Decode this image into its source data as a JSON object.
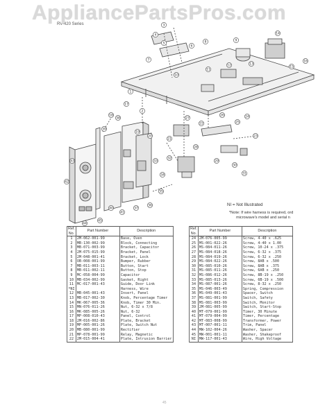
{
  "watermark": "AppliancePartsPros.com",
  "series_label": "RV-420 Series",
  "note_ni": "NI = Not Illustrated",
  "note_lines": [
    "*Note:  If wire harness is required, ord",
    "microwave's model and serial n"
  ],
  "table_headers": {
    "ref_line1": "Ref.",
    "ref_line2": "No.",
    "part": "Part Number",
    "desc": "Description"
  },
  "parts_left": [
    {
      "ref": "1",
      "part": "2M-062-001-99",
      "desc": "Base, Oven"
    },
    {
      "ref": "2",
      "part": "MB-130-002-99",
      "desc": "Block, Connecting"
    },
    {
      "ref": "3",
      "part": "MB-071-003-99",
      "desc": "Bracket, Capacitor"
    },
    {
      "ref": "4",
      "part": "2M-075-015-99",
      "desc": "Bracket, Panel"
    },
    {
      "ref": "5",
      "part": "2M-048-001-41",
      "desc": "Bracket, Lock"
    },
    {
      "ref": "6",
      "part": "OB-008-001-99",
      "desc": "Bumper, Rubber"
    },
    {
      "ref": "7",
      "part": "MB-011-003-11",
      "desc": "Button, Start"
    },
    {
      "ref": "8",
      "part": "MB-011-002-11",
      "desc": "Button, Stop"
    },
    {
      "ref": "9",
      "part": "MC-058-004-99",
      "desc": "Capacitor"
    },
    {
      "ref": "10",
      "part": "MB-034-002-99",
      "desc": "Gasket, Right"
    },
    {
      "ref": "11",
      "part": "MC-017-001-43",
      "desc": "Guide, Door Link"
    },
    {
      "ref": "*NI",
      "part": "",
      "desc": "Harness, Wire"
    },
    {
      "ref": "12",
      "part": "MB-045-001-43",
      "desc": "Insert, Panel"
    },
    {
      "ref": "13",
      "part": "MB-017-002-30",
      "desc": "Knob, Percentage Timer"
    },
    {
      "ref": "14",
      "part": "MK-067-005-36",
      "desc": "Knob, Timer 30 Min."
    },
    {
      "ref": "15",
      "part": "MN-076-011-26",
      "desc": "Nut, 6-32 x 7/8"
    },
    {
      "ref": "16",
      "part": "MK-085-005-26",
      "desc": "Nut, 6-32"
    },
    {
      "ref": "17",
      "part": "MP-008-010-43",
      "desc": "Panel, Control"
    },
    {
      "ref": "18",
      "part": "2M-016-002-86",
      "desc": "Plate, Bracket"
    },
    {
      "ref": "19",
      "part": "MP-005-001-26",
      "desc": "Plate, Switch Nut"
    },
    {
      "ref": "20",
      "part": "MB-080-001-99",
      "desc": "Rectifier"
    },
    {
      "ref": "21",
      "part": "MP-078-001-99",
      "desc": "Relay, Magnetic"
    },
    {
      "ref": "22",
      "part": "2M-015-004-41",
      "desc": "Plate, Intrusion Barrier"
    }
  ],
  "parts_right": [
    {
      "ref": "24",
      "part": "2M-076-005-99",
      "desc": "Screw, 4-40 x .625"
    },
    {
      "ref": "25",
      "part": "MS-001-022-26",
      "desc": "Screw, 4-40 x 1.00"
    },
    {
      "ref": "26",
      "part": "MS-084-011-26",
      "desc": "Screw, 10-24 x .375"
    },
    {
      "ref": "27",
      "part": "MS-084-018-26",
      "desc": "Screw, 6-32 x .375"
    },
    {
      "ref": "28",
      "part": "MS-084-019-26",
      "desc": "Screw, 6-32 x .250"
    },
    {
      "ref": "29",
      "part": "MS-084-022-26",
      "desc": "Screw, 8AB x .500"
    },
    {
      "ref": "30",
      "part": "MS-085-010-26",
      "desc": "Screw, 8AB x .375"
    },
    {
      "ref": "31",
      "part": "MS-085-011-26",
      "desc": "Screw, 6AB x .250"
    },
    {
      "ref": "32",
      "part": "MS-086-012-26",
      "desc": "Screw, 8B-19 x .250"
    },
    {
      "ref": "33",
      "part": "MS-085-013-26",
      "desc": "Screw, 6B-19 x .500"
    },
    {
      "ref": "34",
      "part": "MS-087-001-26",
      "desc": "Screw, 8-32 x .250"
    },
    {
      "ref": "35",
      "part": "MS-046-003-49",
      "desc": "Spring, Compression"
    },
    {
      "ref": "36",
      "part": "MS-049-001-43",
      "desc": "Spacer, Switch"
    },
    {
      "ref": "37",
      "part": "MS-081-001-99",
      "desc": "Switch, Safety"
    },
    {
      "ref": "38",
      "part": "MS-081-003-99",
      "desc": "Switch, Monitor"
    },
    {
      "ref": "39",
      "part": "2M-081-005-99",
      "desc": "Switch, Start-Stop"
    },
    {
      "ref": "40",
      "part": "MT-079-001-99",
      "desc": "Timer, 30 Minute"
    },
    {
      "ref": "41",
      "part": "MT-079-004-99",
      "desc": "Timer, Percentage"
    },
    {
      "ref": "42",
      "part": "MT-083-008-99",
      "desc": "Transformer, Power"
    },
    {
      "ref": "43",
      "part": "MT-007-001-11",
      "desc": "Trim, Panel"
    },
    {
      "ref": "44",
      "part": "MW-102-004-26",
      "desc": "Washer, Spacer"
    },
    {
      "ref": "45",
      "part": "MW-001-001-11",
      "desc": "Washer, Shakeproof"
    },
    {
      "ref": "NI",
      "part": "MW-117-001-43",
      "desc": "Wire, High Voltage"
    }
  ],
  "callouts": [
    "1",
    "2",
    "3",
    "4",
    "5",
    "6",
    "7",
    "8",
    "9",
    "10",
    "11",
    "12",
    "13",
    "14",
    "15",
    "16",
    "17",
    "18",
    "19",
    "20",
    "21",
    "22",
    "23",
    "24",
    "25",
    "26",
    "27",
    "28",
    "29",
    "30",
    "31",
    "32",
    "33",
    "34",
    "35",
    "36",
    "37",
    "38",
    "39",
    "40",
    "41",
    "42",
    "43",
    "44",
    "45"
  ],
  "page_number": "45"
}
